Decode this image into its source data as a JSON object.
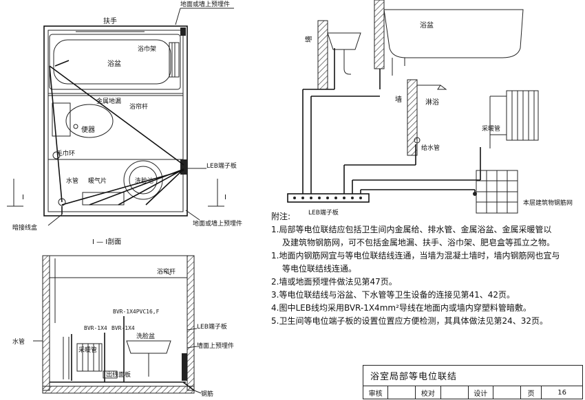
{
  "plan_labels": {
    "handrail": "扶手",
    "wall_embed_top": "地面或墙上预埋件",
    "bathtub": "浴盆",
    "towel_rack": "浴巾架",
    "floor_drain": "金属地漏",
    "curtain_rod": "浴帘杆",
    "toilet": "便器",
    "towel_ring": "毛巾环",
    "leb_board": "LEB端子板",
    "water_pipe": "水管",
    "radiator": "暖气片",
    "washbasin": "洗脸池",
    "hidden_box": "暗接线盒",
    "wall_embed_bottom": "地面或墙上预埋件",
    "section_mark": "I"
  },
  "section": {
    "title": "I — I剖面",
    "curtain_rod": "浴帘杆",
    "wire_spec": "BVR-1X4PVC16,F",
    "bvr1": "BVR-1X4",
    "bvr2": "BVR-1X4",
    "leb_board": "LEB端子板",
    "washbasin": "洗脸盆",
    "wall_embed": "墙面上预埋件",
    "water_pipe": "水管",
    "heating_pipe": "采暖管",
    "outlet_panel": "出线面板",
    "rebar": "钢筋"
  },
  "detail": {
    "wall1": "墙",
    "bathtub": "浴盆",
    "wall2": "墙",
    "shower": "淋浴",
    "heating_pipe": "采暖管",
    "supply_pipe": "给水管",
    "leb_board": "LEB端子板",
    "rebar_mesh": "本层建筑物钢筋网"
  },
  "notes": {
    "heading": "附注:",
    "n1a": "1.局部等电位联结应包括卫生间内金属给、排水管、金属浴盆、金属采暖管以",
    "n1b": "及建筑物钢筋网，可不包括金属地漏、扶手、浴巾架、肥皂盒等孤立之物。",
    "n2a": "1.地面内钢筋网宜与等电位联结线连通，当墙为混凝土墙时，墙内钢筋网也宜与",
    "n2b": "等电位联结线连通。",
    "n3": "2.墙或地面预埋件做法见第47页。",
    "n4": "3.等电位联结线与浴盆、下水管等卫生设备的连接见第41、42页。",
    "n5": "4.图中LEB线均采用BVR-1X4mm²导线在地面内或墙内穿塑料管暗敷。",
    "n6": "5.卫生间等电位端子板的设置位置应方便检测，其具体做法见第24、32页。"
  },
  "title_block": {
    "title": "浴室局部等电位联结",
    "review": "审核",
    "check": "校对",
    "design": "设计",
    "page_label": "页",
    "page_no": "16"
  }
}
